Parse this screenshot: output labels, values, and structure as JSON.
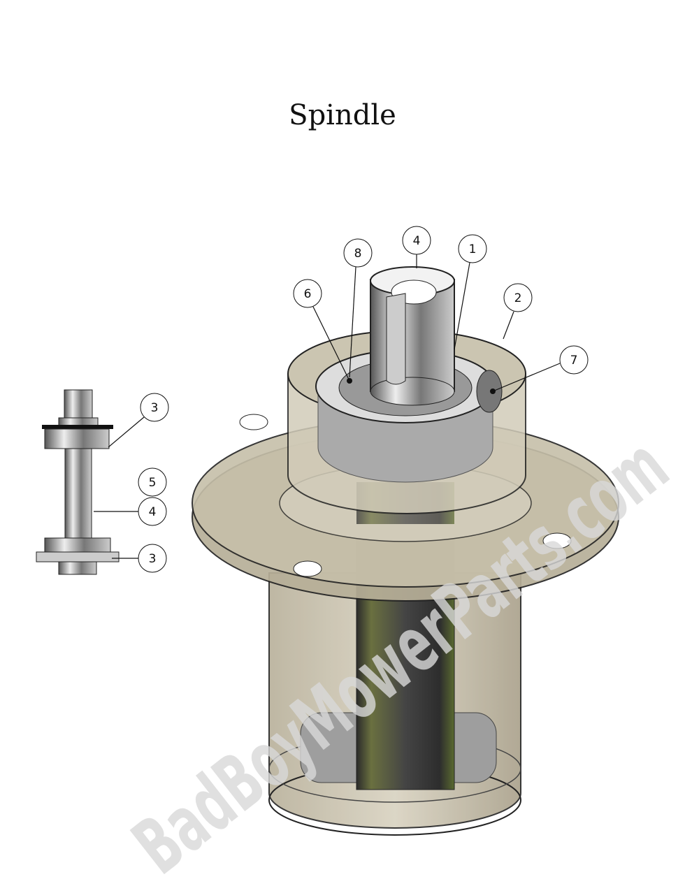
{
  "title": "Spindle",
  "watermark": "BadBoyMowerParts.com",
  "callouts": [
    "8",
    "4",
    "1",
    "6",
    "2",
    "7",
    "3",
    "5",
    "4",
    "3"
  ]
}
